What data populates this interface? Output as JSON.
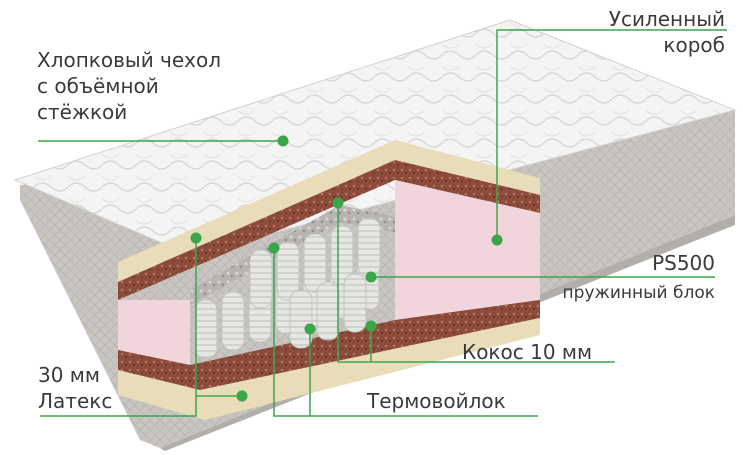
{
  "labels": {
    "cover": [
      "Хлопковый чехол",
      "с объёмной",
      "стёжкой"
    ],
    "box": [
      "Усиленный",
      "короб"
    ],
    "springs_title": "PS500",
    "springs_sub": "пружинный блок",
    "coconut": "Кокос 10 мм",
    "felt": "Термовойлок",
    "latex": [
      "30 мм",
      "Латекс"
    ]
  },
  "colors": {
    "callout": "#3aa64a",
    "text": "#3a3a3a",
    "cover": "#f2f2f2",
    "side": "#c9c6c2",
    "latex": "#e9dcb9",
    "coir": "#8a4b3a",
    "felt": "#b9b6b2",
    "foam": "#f1d4dc",
    "spring": "#e3e3e1"
  }
}
